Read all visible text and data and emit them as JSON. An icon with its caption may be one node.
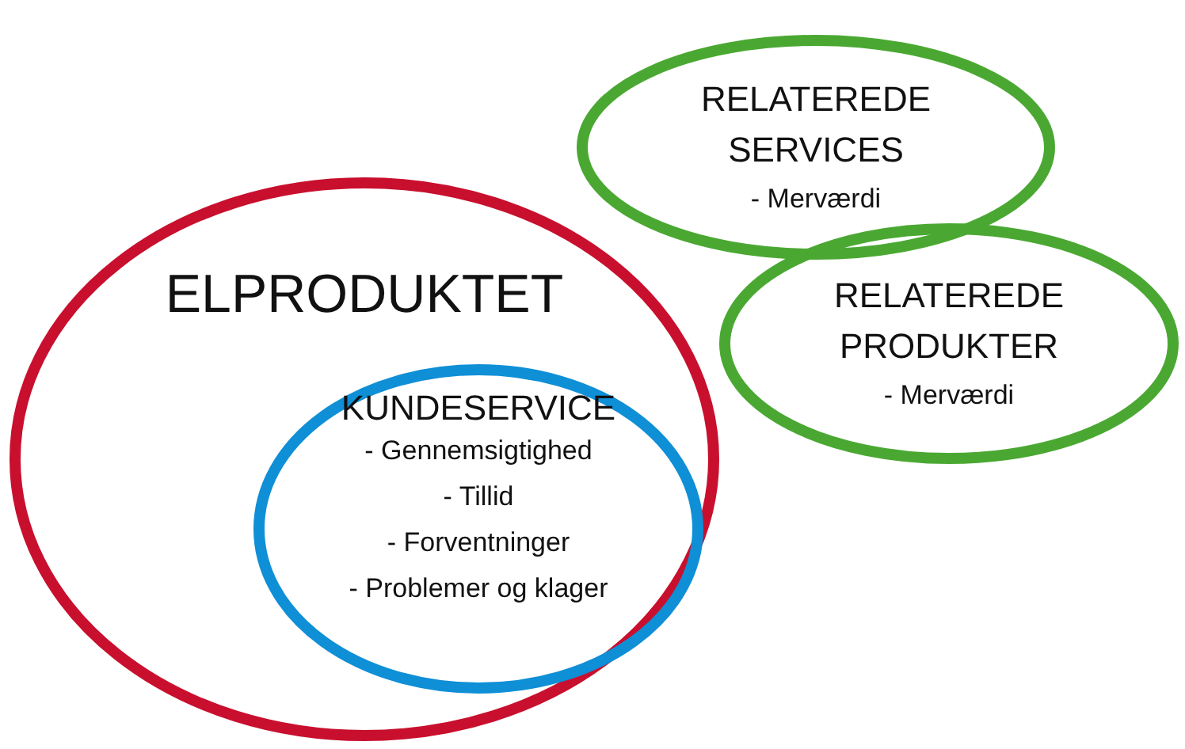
{
  "diagram": {
    "nodes": [
      {
        "text": [
          "ELPRODUKTET"
        ]
      },
      {
        "text": [
          "KUNDESERVICE",
          "- Gennemsigtighed",
          "- Tillid",
          "- Forventninger",
          "- Problemer og klager"
        ],
        "in": 0
      },
      {
        "text": [
          "RELATEREDE SERVICES",
          "- Merværdi"
        ]
      },
      {
        "text": [
          "RELATEREDE PRODUKTER",
          "- Merværdi"
        ]
      }
    ]
  }
}
